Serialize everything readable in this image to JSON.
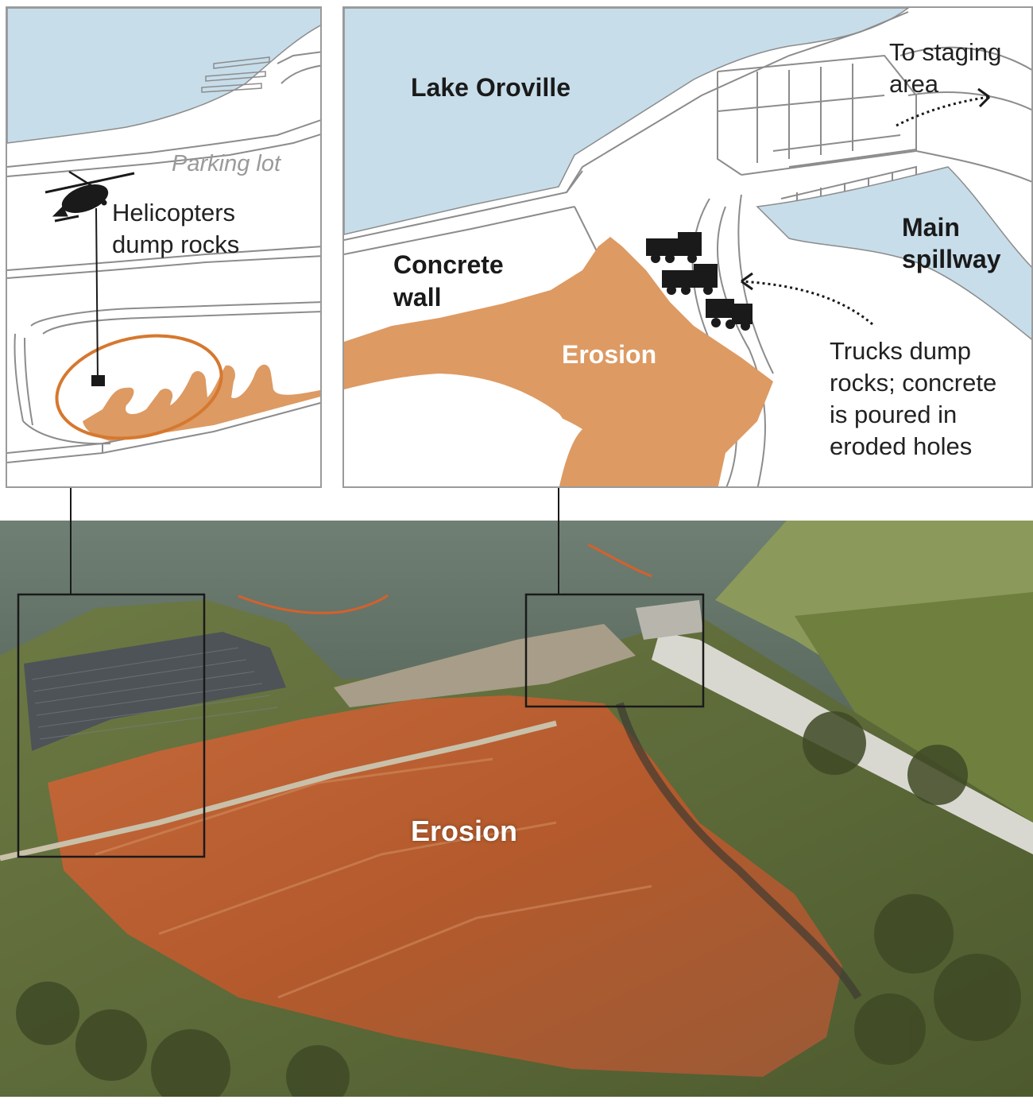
{
  "left_panel": {
    "parking_lot_label": "Parking lot",
    "helicopter_label_line1": "Helicopters",
    "helicopter_label_line2": "dump rocks"
  },
  "right_panel": {
    "lake_label": "Lake Oroville",
    "staging_label_line1": "To staging",
    "staging_label_line2": "area",
    "spillway_label_line1": "Main",
    "spillway_label_line2": "spillway",
    "wall_label_line1": "Concrete",
    "wall_label_line2": "wall",
    "erosion_label": "Erosion",
    "trucks_label_line1": "Trucks dump",
    "trucks_label_line2": "rocks; concrete",
    "trucks_label_line3": "is poured in",
    "trucks_label_line4": "eroded holes"
  },
  "photo": {
    "erosion_label": "Erosion"
  },
  "colors": {
    "water": "#c7ddea",
    "erosion": "#dd9a63",
    "erosion_outline": "#d6782f",
    "panel_border": "#9a9a9a",
    "line": "#8c8c8c"
  }
}
